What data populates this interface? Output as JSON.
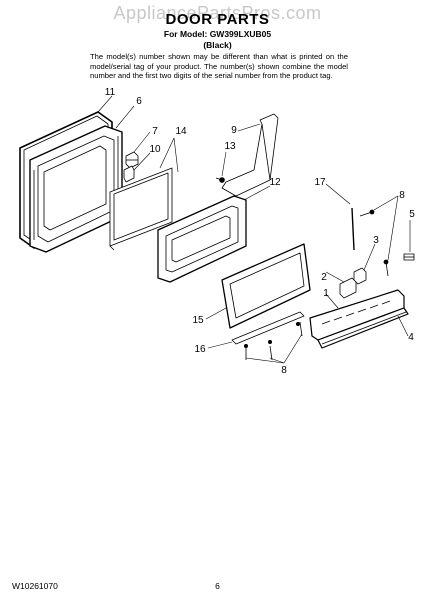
{
  "header": {
    "watermark": "AppliancePartsPros.com",
    "title": "DOOR PARTS",
    "model_line": "For Model: GW399LXUB05",
    "color_line": "(Black)",
    "note": "The model(s) number shown may be different than what is printed on the model/serial tag of your product. The number(s) shown combine the model number and the first two digits of the serial number from the product tag."
  },
  "callouts": [
    "11",
    "6",
    "7",
    "14",
    "10",
    "9",
    "13",
    "12",
    "17",
    "8",
    "5",
    "3",
    "2",
    "1",
    "15",
    "4",
    "16",
    "8"
  ],
  "footer": {
    "doc_number": "W10261070",
    "page_number": "6"
  }
}
